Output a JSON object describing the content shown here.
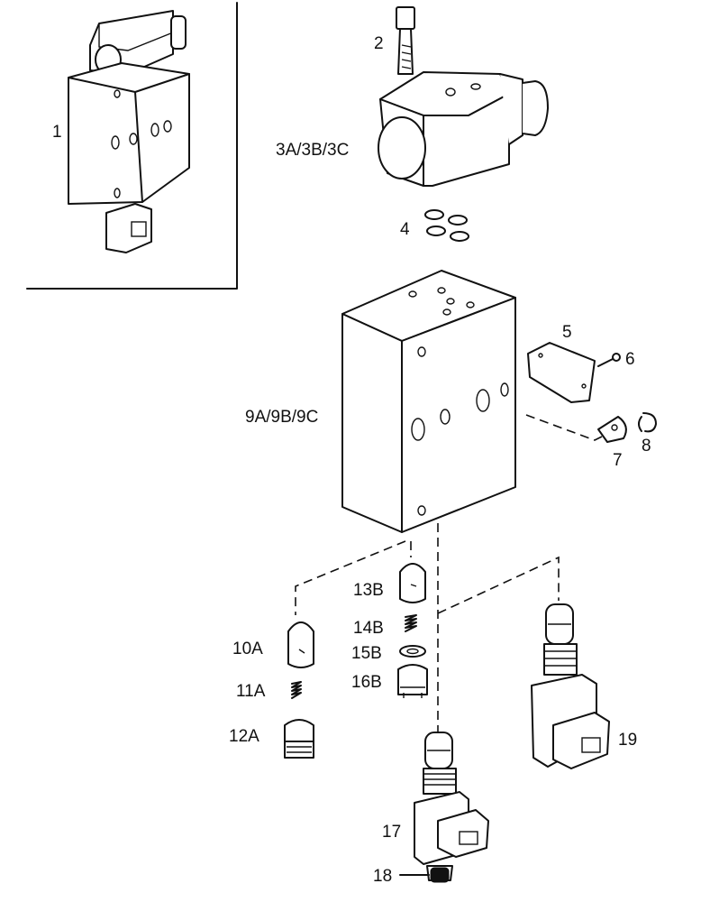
{
  "labels": {
    "p1": "1",
    "p2": "2",
    "p3": "3A/3B/3C",
    "p4": "4",
    "p5": "5",
    "p6": "6",
    "p7": "7",
    "p8": "8",
    "p9": "9A/9B/9C",
    "p10": "10A",
    "p11": "11A",
    "p12": "12A",
    "p13": "13B",
    "p14": "14B",
    "p15": "15B",
    "p16": "16B",
    "p17": "17",
    "p18": "18",
    "p19": "19"
  }
}
